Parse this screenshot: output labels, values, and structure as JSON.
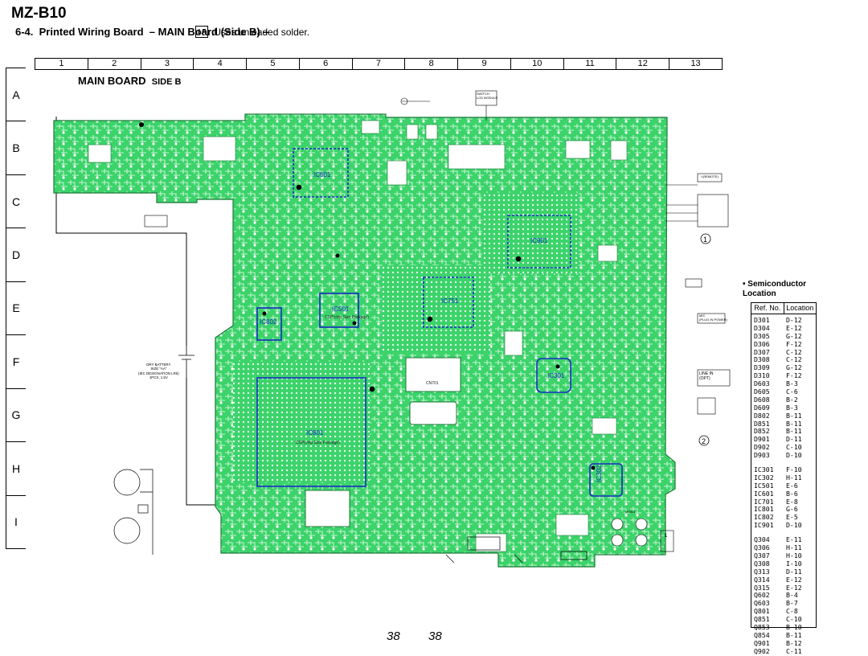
{
  "model": "MZ-B10",
  "heading": "6-4.  Printed Wiring Board  – MAIN Board (Side B) –",
  "solder_note": ":Uses unleaded solder.",
  "board_label": "MAIN BOARD",
  "board_side": "SIDE B",
  "columns": [
    "1",
    "2",
    "3",
    "4",
    "5",
    "6",
    "7",
    "8",
    "9",
    "10",
    "11",
    "12",
    "13"
  ],
  "rows": [
    "A",
    "B",
    "C",
    "D",
    "E",
    "F",
    "G",
    "H",
    "I"
  ],
  "ic_labels": {
    "ic601": "IC601",
    "ic901": "IC901",
    "ic751": "IC751",
    "ic501": "IC501",
    "ic802": "IC802",
    "ic801": "IC801",
    "ic301": "IC301",
    "ic302": "IC302",
    "cn701": "CN701"
  },
  "pattern_note_1": "CSP(chip Size Package)",
  "pattern_note_2": "CSP(chip Size Package)",
  "side_labels": {
    "switch": "SWITCH\nLCD MODULE",
    "battery": "DRY BATTERY\nSIZE \"AA\"\n(IEC DESIGNATION LR6)\n1PCS, 1.5V",
    "mic": "MIC\n(PLUG IN POWER)",
    "remote": "i (REMOTE)",
    "line_in": "LINE IN\n(OPT)",
    "ms901": "MS901",
    "sw_1": "1"
  },
  "callouts": [
    "1",
    "2"
  ],
  "semi_title": "Semiconductor\nLocation",
  "semi_headers": [
    "Ref. No.",
    "Location"
  ],
  "semi_groups": [
    [
      [
        "D301",
        "D-12"
      ],
      [
        "D304",
        "E-12"
      ],
      [
        "D305",
        "G-12"
      ],
      [
        "D306",
        "F-12"
      ],
      [
        "D307",
        "C-12"
      ],
      [
        "D308",
        "C-12"
      ],
      [
        "D309",
        "G-12"
      ],
      [
        "D310",
        "F-12"
      ],
      [
        "D603",
        "B-3"
      ],
      [
        "D605",
        "C-6"
      ],
      [
        "D608",
        "B-2"
      ],
      [
        "D609",
        "B-3"
      ],
      [
        "D802",
        "B-11"
      ],
      [
        "D851",
        "B-11"
      ],
      [
        "D852",
        "B-11"
      ],
      [
        "D901",
        "D-11"
      ],
      [
        "D902",
        "C-10"
      ],
      [
        "D903",
        "D-10"
      ]
    ],
    [
      [
        "IC301",
        "F-10"
      ],
      [
        "IC302",
        "H-11"
      ],
      [
        "IC501",
        "E-6"
      ],
      [
        "IC601",
        "B-6"
      ],
      [
        "IC701",
        "E-8"
      ],
      [
        "IC801",
        "G-6"
      ],
      [
        "IC802",
        "E-5"
      ],
      [
        "IC901",
        "D-10"
      ]
    ],
    [
      [
        "Q304",
        "E-11"
      ],
      [
        "Q306",
        "H-11"
      ],
      [
        "Q307",
        "H-10"
      ],
      [
        "Q308",
        "I-10"
      ],
      [
        "Q313",
        "D-11"
      ],
      [
        "Q314",
        "E-12"
      ],
      [
        "Q315",
        "E-12"
      ],
      [
        "Q602",
        "B-4"
      ],
      [
        "Q603",
        "B-7"
      ],
      [
        "Q801",
        "C-8"
      ],
      [
        "Q851",
        "C-10"
      ],
      [
        "Q853",
        "B-10"
      ],
      [
        "Q854",
        "B-11"
      ],
      [
        "Q901",
        "B-12"
      ],
      [
        "Q902",
        "C-11"
      ]
    ]
  ],
  "page_number": "38",
  "page_number_2": "38",
  "colors": {
    "board": "#3bd36a",
    "board_dark": "#2fa852",
    "trace": "#bff0c9",
    "ic_outline": "#1a2cc4"
  }
}
